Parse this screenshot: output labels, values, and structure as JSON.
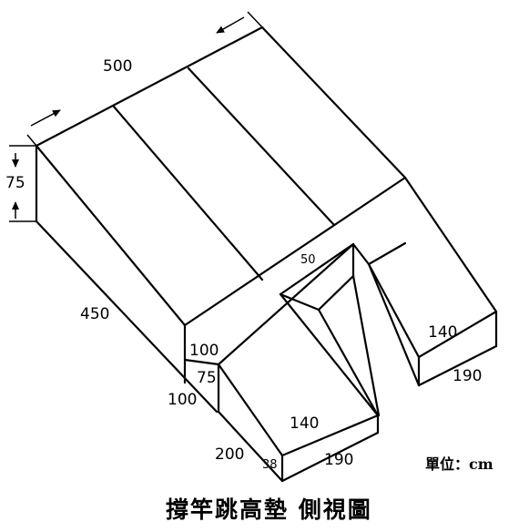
{
  "title": "撐竿跳高墊  側視圖",
  "unit_label": "單位：cm",
  "dimensions": {
    "top_length": "500",
    "height": "75",
    "side_length": "450",
    "gap_width": "50",
    "right_prong_length": "140",
    "right_prong_width": "190",
    "step_height_top": "100",
    "step_height_bottom": "100",
    "front_block_height": "75",
    "left_prong_length": "140",
    "left_prong_width": "190",
    "front_step_depth": "200",
    "front_edge": "38"
  }
}
